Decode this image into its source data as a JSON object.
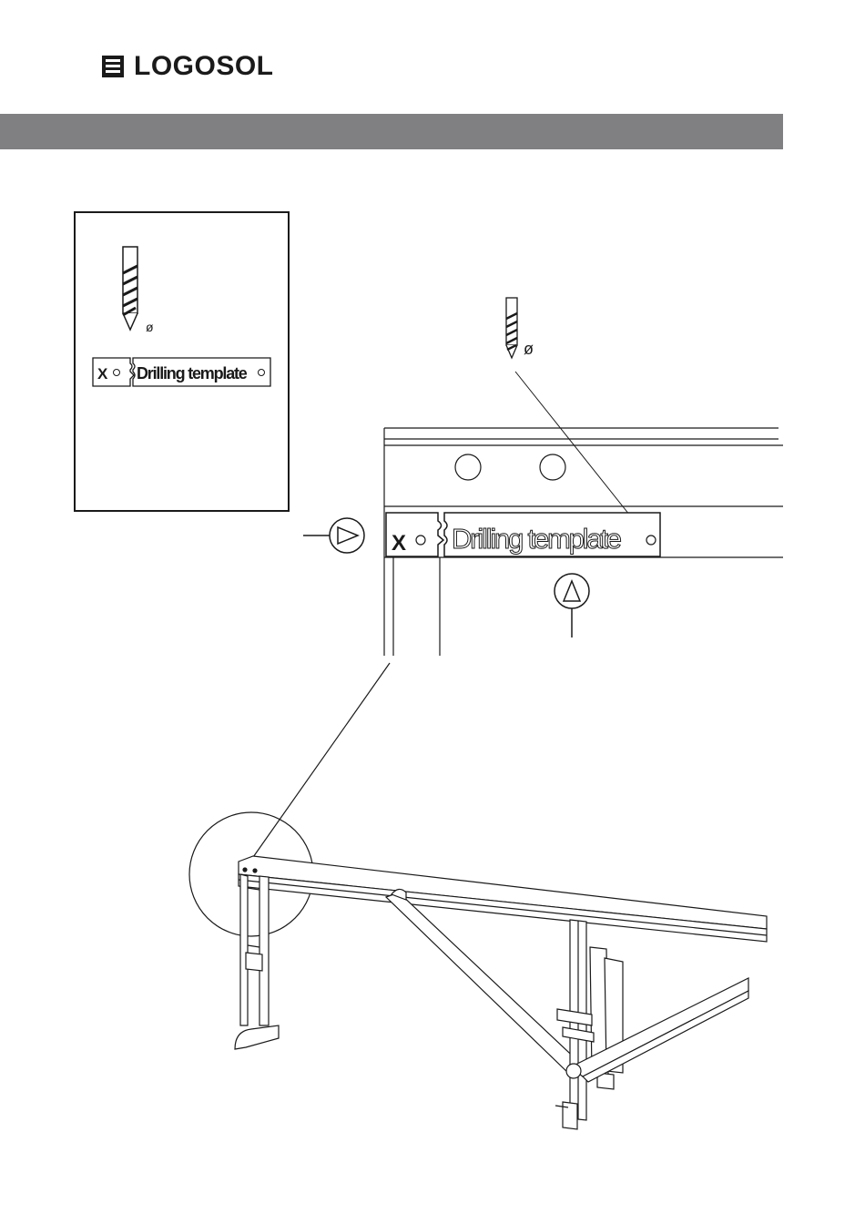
{
  "header": {
    "brand": "LOGOSOL",
    "brand_icon": "logosol-stairs-icon",
    "bar_color": "#808083"
  },
  "inset": {
    "diameter_symbol": "ø",
    "template_mark": "X",
    "template_label": "Drilling template"
  },
  "detail": {
    "diameter_symbol": "ø",
    "template_mark": "X",
    "template_label": "Drilling template"
  },
  "icons": {
    "drill": "drill-bit-icon",
    "direction_right": "arrow-right-circle-icon",
    "direction_up": "arrow-up-circle-icon"
  }
}
